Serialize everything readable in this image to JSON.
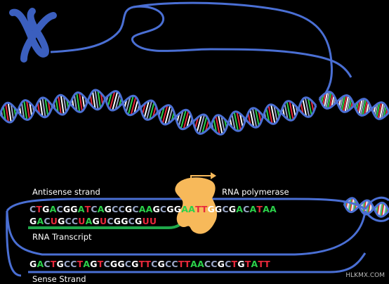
{
  "labels": {
    "antisense": "Antisense strand",
    "polymerase": "RNA polymerase",
    "transcript": "RNA Transcript",
    "sense": "Sense Strand"
  },
  "sequences": {
    "antisense": "CTGACGGATCAGCCGCAAGCGGAATTGGCGACATAA",
    "rna": "GACUGCCUAGUCGGCGUU",
    "sense": "GACTGCCTAGTCGGCGTTCGCCTTAACCGCTGTATT"
  },
  "colors": {
    "background": "#000000",
    "dna_backbone": "#4a6fd4",
    "chromosome": "#3b5fbf",
    "polymerase": "#f7b95a",
    "rna_strand": "#1fa84a",
    "arrow": "#f7b95a",
    "base_A": "#2bd14a",
    "base_C": "#9aa7c7",
    "base_G": "#ffffff",
    "base_T": "#e8293b",
    "base_U": "#e8293b",
    "label_text": "#ffffff"
  },
  "icons": {
    "chromosome": "chromosome-icon",
    "polymerase": "rna-polymerase-blob",
    "direction": "transcription-direction-arrow"
  },
  "watermark": "HLKMX.COM"
}
